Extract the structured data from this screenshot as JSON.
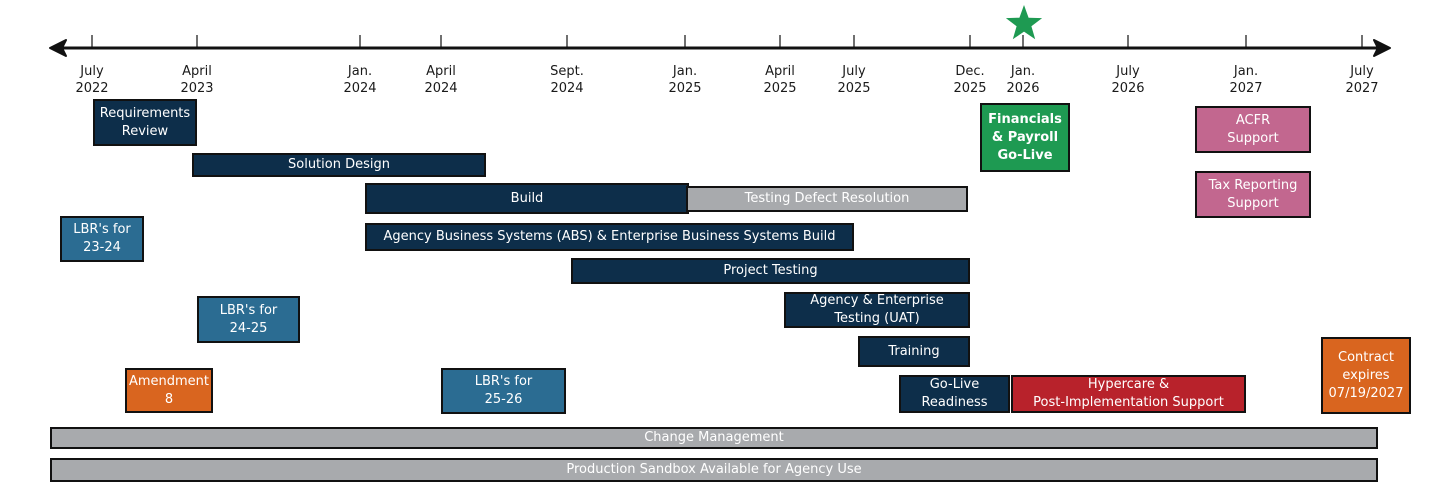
{
  "ticks": [
    {
      "label": "July\n2022"
    },
    {
      "label": "April\n2023"
    },
    {
      "label": "Jan.\n2024"
    },
    {
      "label": "April\n2024"
    },
    {
      "label": "Sept.\n2024"
    },
    {
      "label": "Jan.\n2025"
    },
    {
      "label": "April\n2025"
    },
    {
      "label": "July\n2025"
    },
    {
      "label": "Dec.\n2025"
    },
    {
      "label": "Jan.\n2026"
    },
    {
      "label": "July\n2026"
    },
    {
      "label": "Jan.\n2027"
    },
    {
      "label": "July\n2027"
    }
  ],
  "milestone": {
    "icon": "star-icon",
    "color": "#1e9a52"
  },
  "bars": [
    {
      "label": "Requirements\nReview",
      "color": "navy"
    },
    {
      "label": "Solution Design",
      "color": "navy"
    },
    {
      "label": "Build",
      "color": "navy"
    },
    {
      "label": "Testing Defect Resolution",
      "color": "gray"
    },
    {
      "label": "LBR's for\n23-24",
      "color": "steel"
    },
    {
      "label": "Agency Business Systems (ABS) & Enterprise Business Systems Build",
      "color": "navy"
    },
    {
      "label": "Project Testing",
      "color": "navy"
    },
    {
      "label": "LBR's for\n24-25",
      "color": "steel"
    },
    {
      "label": "Agency & Enterprise\nTesting (UAT)",
      "color": "navy"
    },
    {
      "label": "Training",
      "color": "navy"
    },
    {
      "label": "Amendment\n8",
      "color": "orange"
    },
    {
      "label": "LBR's for\n25-26",
      "color": "steel"
    },
    {
      "label": "Go-Live\nReadiness",
      "color": "navy"
    },
    {
      "label": "Hypercare &\nPost-Implementation Support",
      "color": "red"
    },
    {
      "label": "Financials\n& Payroll\nGo-Live",
      "color": "green"
    },
    {
      "label": "ACFR\nSupport",
      "color": "pink"
    },
    {
      "label": "Tax Reporting\nSupport",
      "color": "pink"
    },
    {
      "label": "Contract\nexpires\n07/19/2027",
      "color": "orange"
    },
    {
      "label": "Change Management",
      "color": "gray"
    },
    {
      "label": "Production Sandbox Available for Agency Use",
      "color": "gray"
    }
  ]
}
